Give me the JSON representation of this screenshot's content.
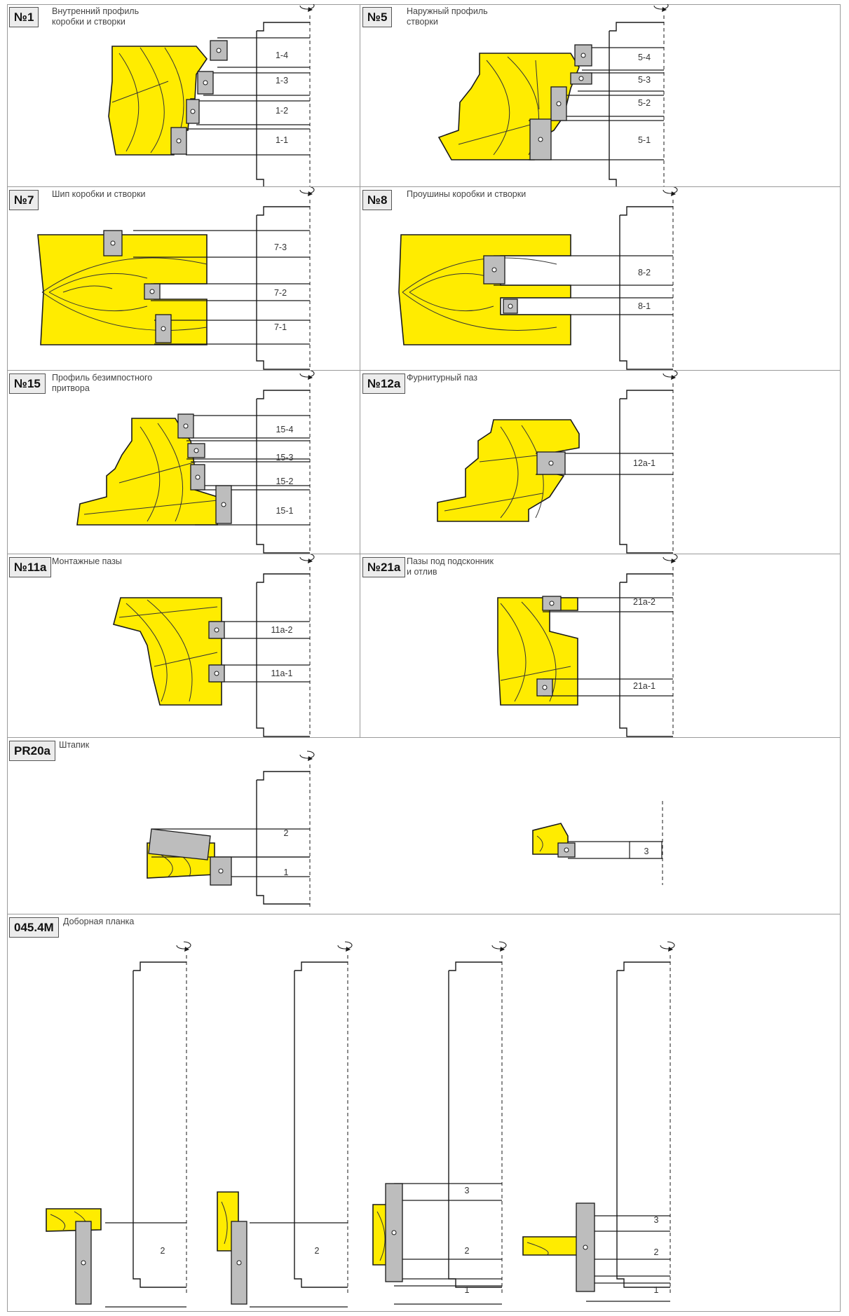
{
  "colors": {
    "wood": "#ffec00",
    "outline": "#1a1a1a",
    "insert": "#bdbdbd",
    "tool_fill": "#ffffff"
  },
  "panels": [
    {
      "id": "p1",
      "code": "№1",
      "title": [
        "Внутренний профиль",
        "коробки и створки"
      ],
      "labels": [
        "1-4",
        "1-3",
        "1-2",
        "1-1"
      ]
    },
    {
      "id": "p5",
      "code": "№5",
      "title": [
        "Наружный профиль",
        "створки"
      ],
      "labels": [
        "5-4",
        "5-3",
        "5-2",
        "5-1"
      ]
    },
    {
      "id": "p7",
      "code": "№7",
      "title": [
        "Шип коробки и створки"
      ],
      "labels": [
        "7-3",
        "7-2",
        "7-1"
      ]
    },
    {
      "id": "p8",
      "code": "№8",
      "title": [
        "Проушины коробки и створки"
      ],
      "labels": [
        "8-2",
        "8-1"
      ]
    },
    {
      "id": "p15",
      "code": "№15",
      "title": [
        "Профиль безимпостного",
        "притвора"
      ],
      "labels": [
        "15-4",
        "15-3",
        "15-2",
        "15-1"
      ]
    },
    {
      "id": "p12a",
      "code": "№12a",
      "title": [
        "Фурнитурный паз"
      ],
      "labels": [
        "12a-1"
      ]
    },
    {
      "id": "p11a",
      "code": "№11a",
      "title": [
        "Монтажные пазы"
      ],
      "labels": [
        "11a-2",
        "11a-1"
      ]
    },
    {
      "id": "p21a",
      "code": "№21a",
      "title": [
        "Пазы под подсконник",
        "и отлив"
      ],
      "labels": [
        "21a-2",
        "21a-1"
      ]
    },
    {
      "id": "pr20a",
      "code": "PR20a",
      "title": [
        "Штапик"
      ],
      "labels": [
        "2",
        "1",
        "3"
      ]
    },
    {
      "id": "p0454m",
      "code": "045.4M",
      "title": [
        "Доборная планка"
      ],
      "labels": [
        "2",
        "2",
        "3",
        "2",
        "1",
        "3",
        "2",
        "1"
      ]
    }
  ],
  "icons": {
    "rotation": "rotation-arrow-icon",
    "insert": "knife-insert-icon"
  }
}
